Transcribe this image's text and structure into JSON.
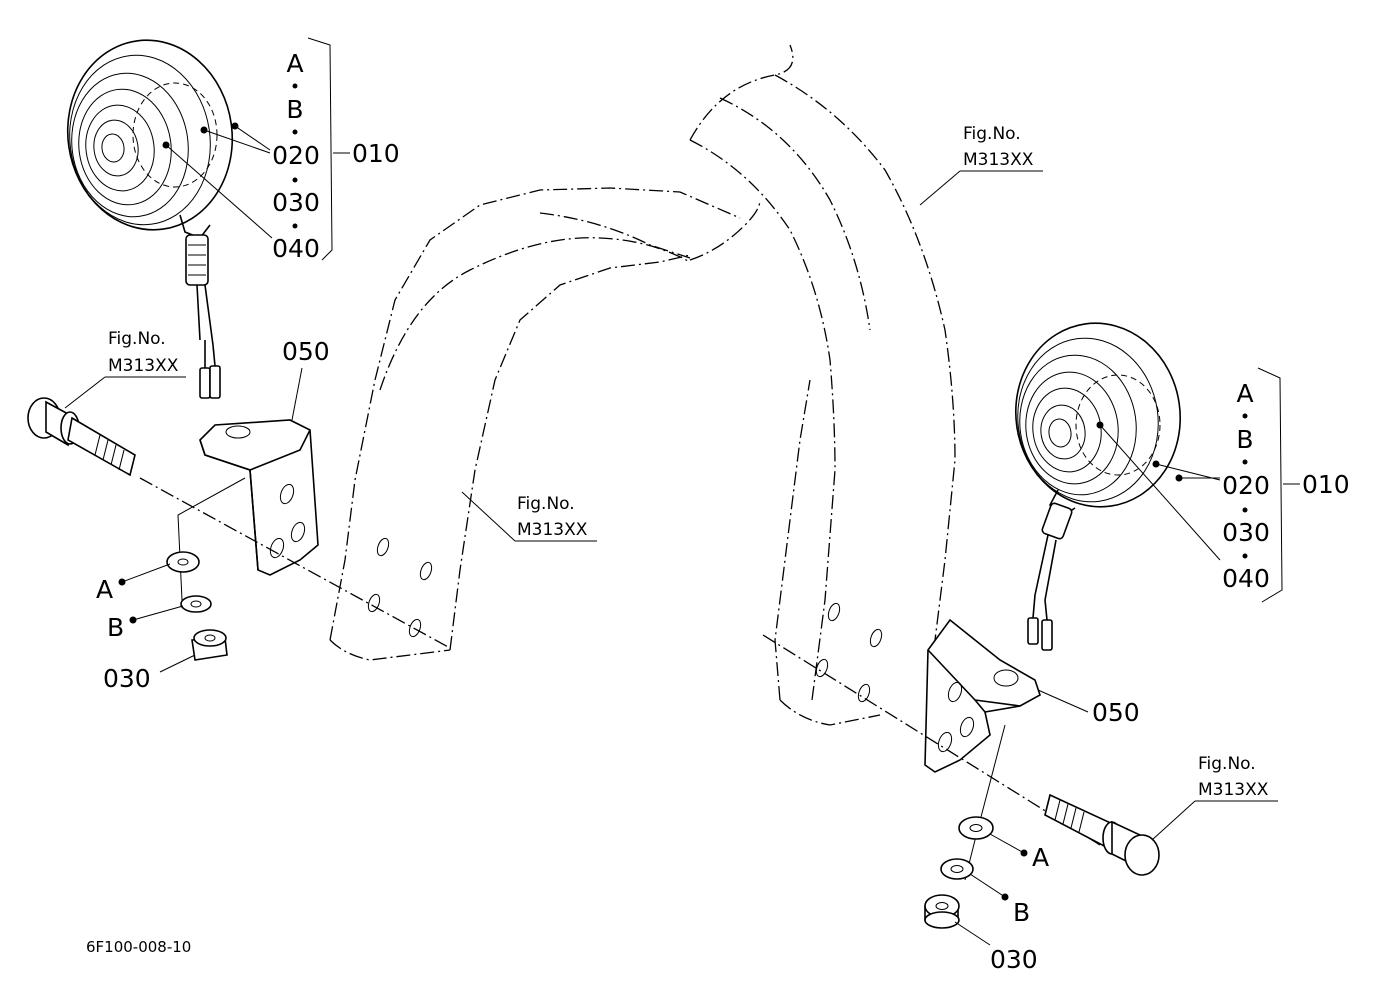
{
  "labels": {
    "fig_ref": "Fig.No.",
    "fig_code": "M313XX",
    "part_010": "010",
    "part_020": "020",
    "part_030": "030",
    "part_040": "040",
    "part_050": "050",
    "opt_a": "A",
    "opt_b": "B"
  },
  "drawing_number": "6F100-008-10"
}
